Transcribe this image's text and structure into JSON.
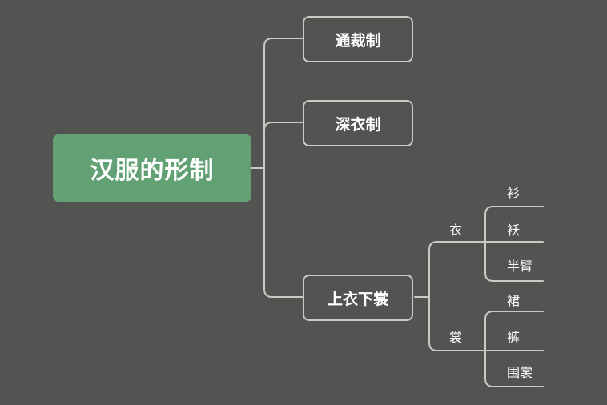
{
  "root": {
    "label": "汉服的形制"
  },
  "branches": [
    {
      "label": "通裁制"
    },
    {
      "label": "深衣制"
    },
    {
      "label": "上衣下裳",
      "children": [
        {
          "label": "衣",
          "children": [
            {
              "label": "衫"
            },
            {
              "label": "袄"
            },
            {
              "label": "半臂"
            }
          ]
        },
        {
          "label": "裳",
          "children": [
            {
              "label": "裙"
            },
            {
              "label": "裤"
            },
            {
              "label": "围裳"
            }
          ]
        }
      ]
    }
  ],
  "colors": {
    "background": "#535451",
    "root_fill": "#62a173",
    "line": "#c9c9c6",
    "text": "#ffffff"
  }
}
